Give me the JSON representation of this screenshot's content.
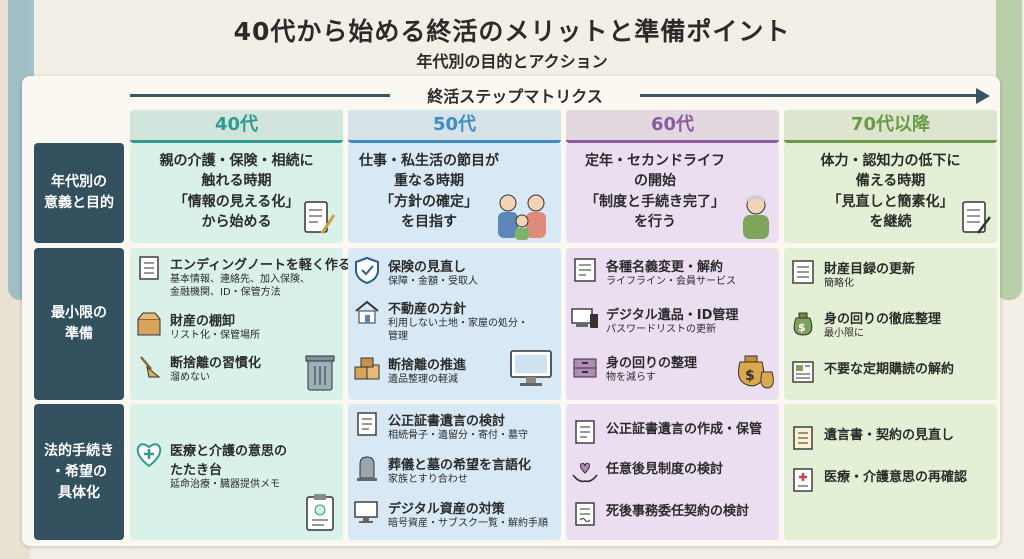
{
  "title": "40代から始める終活のメリットと準備ポイント",
  "subtitle": "年代別の目的とアクション",
  "matrix_label": "終活ステップマトリクス",
  "columns": [
    {
      "label": "40代",
      "color": "#2f9a8f"
    },
    {
      "label": "50代",
      "color": "#3f8cc4"
    },
    {
      "label": "60代",
      "color": "#8a5a9e"
    },
    {
      "label": "70代以降",
      "color": "#6a9a45"
    }
  ],
  "rows": [
    {
      "label_lines": [
        "年代別の",
        "意義と目的"
      ]
    },
    {
      "label_lines": [
        "最小限の",
        "準備"
      ]
    },
    {
      "label_lines": [
        "法的手続き",
        "・希望の",
        "具体化"
      ]
    }
  ],
  "purpose": [
    {
      "lines": [
        "親の介護・保険・相続に",
        "触れる時期",
        "「情報の見える化」",
        "から始める"
      ]
    },
    {
      "lines": [
        "仕事・私生活の節目が",
        "重なる時期",
        "「方針の確定」",
        "を目指す"
      ]
    },
    {
      "lines": [
        "定年・セカンドライフ",
        "の開始",
        "「制度と手続き完了」",
        "を行う"
      ]
    },
    {
      "lines": [
        "体力・認知力の低下に",
        "備える時期",
        "「見直しと簡素化」",
        "を継続"
      ]
    }
  ],
  "prep": [
    [
      {
        "icon": "notebook-icon",
        "main": "エンディングノートを軽く作る",
        "sub": [
          "基本情報、連絡先、加入保険、",
          "金融機関、ID・保管方法"
        ]
      },
      {
        "icon": "box-icon",
        "main": "財産の棚卸",
        "sub": [
          "リスト化・保管場所"
        ]
      },
      {
        "icon": "broom-icon",
        "main": "断捨離の習慣化",
        "sub": [
          "溜めない"
        ]
      }
    ],
    [
      {
        "icon": "shield-icon",
        "main": "保険の見直し",
        "sub": [
          "保障・金額・受取人"
        ]
      },
      {
        "icon": "house-icon",
        "main": "不動産の方針",
        "sub": [
          "利用しない土地・家屋の処分・",
          "管理"
        ]
      },
      {
        "icon": "boxes-icon",
        "main": "断捨離の推進",
        "sub": [
          "遺品整理の軽減"
        ]
      }
    ],
    [
      {
        "icon": "form-icon",
        "main": "各種名義変更・解約",
        "sub": [
          "ライフライン・会員サービス"
        ]
      },
      {
        "icon": "devices-icon",
        "main": "デジタル遺品・ID管理",
        "sub": [
          "パスワードリストの更新"
        ]
      },
      {
        "icon": "drawer-icon",
        "main": "身の回りの整理",
        "sub": [
          "物を減らす"
        ]
      }
    ],
    [
      {
        "icon": "list-icon",
        "main": "財産目録の更新",
        "sub": [
          "簡略化"
        ]
      },
      {
        "icon": "money-bag-icon",
        "main": "身の回りの徹底整理",
        "sub": [
          "最小限に"
        ]
      },
      {
        "icon": "newspaper-icon",
        "main": "不要な定期購読の解約",
        "sub": []
      }
    ]
  ],
  "legal": [
    [
      {
        "icon": "heart-plus-icon",
        "main": "医療と介護の意思の",
        "main2": "たたき台",
        "sub": [
          "延命治療・臓器提供メモ"
        ]
      }
    ],
    [
      {
        "icon": "scroll-icon",
        "main": "公正証書遺言の検討",
        "sub": [
          "相続骨子・遺留分・寄付・墓守"
        ]
      },
      {
        "icon": "gravestone-icon",
        "main": "葬儀と墓の希望を言語化",
        "sub": [
          "家族とすり合わせ"
        ]
      },
      {
        "icon": "computer-icon",
        "main": "デジタル資産の対策",
        "sub": [
          "暗号資産・サブスク一覧・解約手順"
        ]
      }
    ],
    [
      {
        "icon": "scroll-icon",
        "main": "公正証書遺言の作成・保管",
        "sub": []
      },
      {
        "icon": "care-hands-icon",
        "main": "任意後見制度の検討",
        "sub": []
      },
      {
        "icon": "contract-icon",
        "main": "死後事務委任契約の検討",
        "sub": []
      }
    ],
    [
      {
        "icon": "document-icon",
        "main": "遺言書・契約の見直し",
        "sub": []
      },
      {
        "icon": "medical-doc-icon",
        "main": "医療・介護意思の再確認",
        "sub": []
      }
    ]
  ]
}
